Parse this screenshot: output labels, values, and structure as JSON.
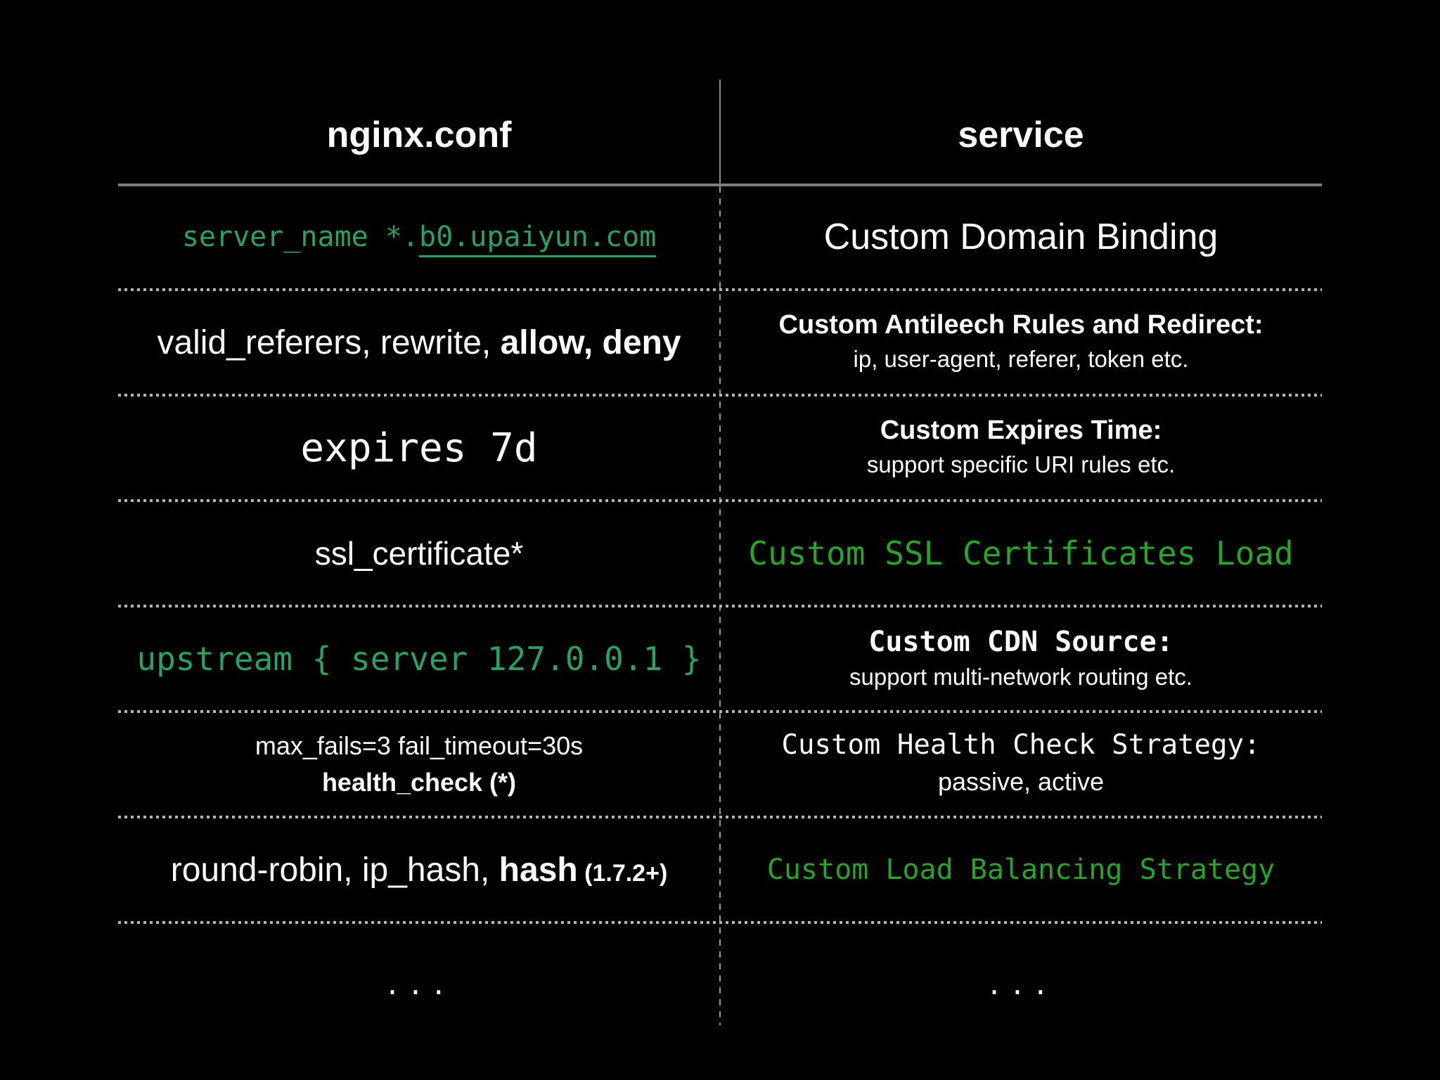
{
  "header": {
    "left": "nginx.conf",
    "right": "service"
  },
  "colors": {
    "code_green": "#2aa064",
    "service_green": "#28a528",
    "header_line": "#7e7e7e",
    "separator_dots": "#b5b5b5",
    "background": "#000000",
    "text": "#fdfdfd"
  },
  "rows": [
    {
      "left": {
        "prefix": "server_name *.",
        "linked": "b0.upaiyun.com"
      },
      "right": {
        "text": "Custom Domain Binding"
      }
    },
    {
      "left": {
        "normal": "valid_referers, rewrite, ",
        "bold": "allow, deny"
      },
      "right": {
        "title": "Custom Antileech Rules and Redirect:",
        "subtitle": "ip, user-agent, referer, token etc."
      }
    },
    {
      "left": {
        "code": "expires 7d"
      },
      "right": {
        "title": "Custom Expires Time:",
        "subtitle": "support specific URI rules etc."
      }
    },
    {
      "left": {
        "text": "ssl_certificate*"
      },
      "right": {
        "code": "Custom SSL Certificates Load"
      }
    },
    {
      "left": {
        "code": "upstream { server 127.0.0.1 }"
      },
      "right": {
        "title": "Custom CDN Source:",
        "subtitle": "support multi-network routing etc."
      }
    },
    {
      "left": {
        "line1": "max_fails=3 fail_timeout=30s",
        "line2": "health_check (*)"
      },
      "right": {
        "title": "Custom Health Check Strategy:",
        "subtitle": "passive, active"
      }
    },
    {
      "left": {
        "normal": "round-robin, ip_hash, ",
        "bold": "hash",
        "note": " (1.7.2+)"
      },
      "right": {
        "code": "Custom Load Balancing Strategy"
      }
    },
    {
      "left": {
        "dots": "..."
      },
      "right": {
        "dots": "..."
      }
    }
  ]
}
